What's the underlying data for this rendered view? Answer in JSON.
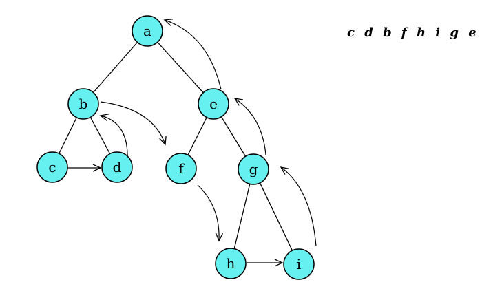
{
  "sequence": "c d b f h i g e a",
  "colors": {
    "node_fill": "#66f0f0",
    "stroke": "#000000",
    "background": "#ffffff"
  },
  "nodes": [
    {
      "id": "a",
      "label": "a"
    },
    {
      "id": "b",
      "label": "b"
    },
    {
      "id": "c",
      "label": "c"
    },
    {
      "id": "d",
      "label": "d"
    },
    {
      "id": "e",
      "label": "e"
    },
    {
      "id": "f",
      "label": "f"
    },
    {
      "id": "g",
      "label": "g"
    },
    {
      "id": "h",
      "label": "h"
    },
    {
      "id": "i",
      "label": "i"
    }
  ],
  "edges": [
    [
      "a",
      "b"
    ],
    [
      "a",
      "e"
    ],
    [
      "b",
      "c"
    ],
    [
      "b",
      "d"
    ],
    [
      "e",
      "f"
    ],
    [
      "e",
      "g"
    ],
    [
      "g",
      "h"
    ],
    [
      "g",
      "i"
    ]
  ],
  "traversal_arrows": [
    [
      "c",
      "d"
    ],
    [
      "d",
      "b"
    ],
    [
      "b",
      "f"
    ],
    [
      "f",
      "h"
    ],
    [
      "h",
      "i"
    ],
    [
      "i",
      "g"
    ],
    [
      "g",
      "e"
    ],
    [
      "e",
      "a"
    ]
  ]
}
